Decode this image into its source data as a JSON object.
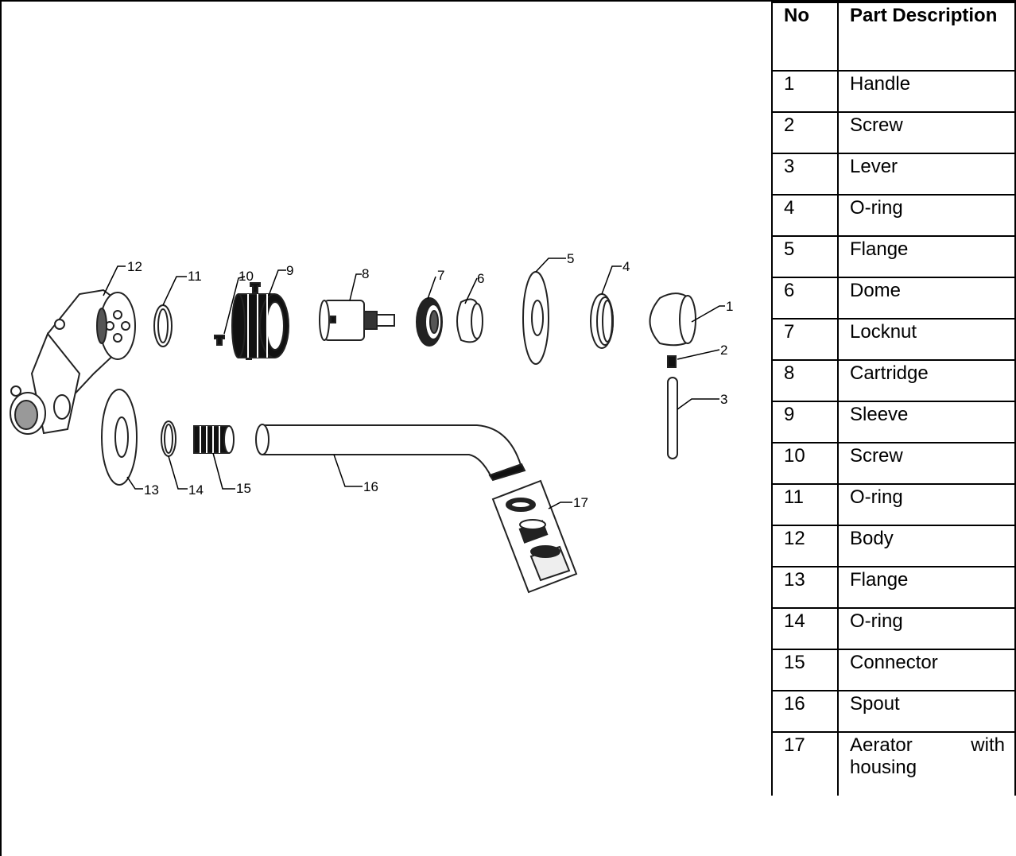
{
  "table": {
    "headers": [
      "No",
      "Part Description"
    ],
    "rows": [
      {
        "no": "1",
        "desc": "Handle"
      },
      {
        "no": "2",
        "desc": "Screw"
      },
      {
        "no": "3",
        "desc": "Lever"
      },
      {
        "no": "4",
        "desc": "O-ring"
      },
      {
        "no": "5",
        "desc": "Flange"
      },
      {
        "no": "6",
        "desc": "Dome"
      },
      {
        "no": "7",
        "desc": "Locknut"
      },
      {
        "no": "8",
        "desc": "Cartridge"
      },
      {
        "no": "9",
        "desc": "Sleeve"
      },
      {
        "no": "10",
        "desc": "Screw"
      },
      {
        "no": "11",
        "desc": "O-ring"
      },
      {
        "no": "12",
        "desc": "Body"
      },
      {
        "no": "13",
        "desc": "Flange"
      },
      {
        "no": "14",
        "desc": "O-ring"
      },
      {
        "no": "15",
        "desc": "Connector"
      },
      {
        "no": "16",
        "desc": "Spout"
      },
      {
        "no": "17",
        "desc_line1": "Aerator with",
        "desc_line2": "housing"
      }
    ]
  },
  "callouts": [
    "1",
    "2",
    "3",
    "4",
    "5",
    "6",
    "7",
    "8",
    "9",
    "10",
    "11",
    "12",
    "13",
    "14",
    "15",
    "16",
    "17"
  ]
}
